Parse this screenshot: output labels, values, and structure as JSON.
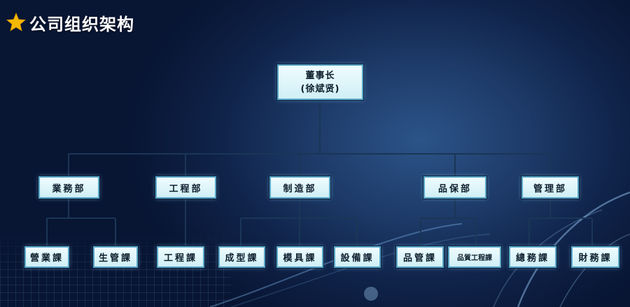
{
  "header": {
    "title": "公司组织架构",
    "icon": "star-icon",
    "icon_color": "#f5b800"
  },
  "colors": {
    "node_fill": "#e2f7fa",
    "node_border": "#5aa7c8",
    "connector": "#1a3656"
  },
  "org": {
    "root": {
      "title": "董事长",
      "name": "(徐斌贤)"
    },
    "departments": [
      {
        "label": "業務部",
        "sections": [
          "營業課",
          "生管課"
        ]
      },
      {
        "label": "工程部",
        "sections": [
          "工程課"
        ]
      },
      {
        "label": "制造部",
        "sections": [
          "成型課",
          "模具課",
          "設備課"
        ]
      },
      {
        "label": "品保部",
        "sections": [
          "品管課",
          "品質工程課"
        ]
      },
      {
        "label": "管理部",
        "sections": [
          "總務課",
          "財務課"
        ]
      }
    ]
  }
}
